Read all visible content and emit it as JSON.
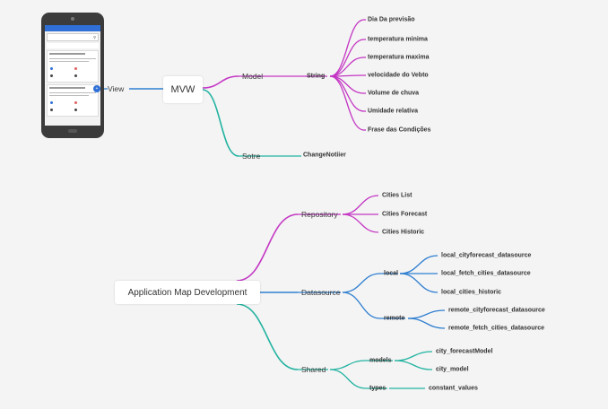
{
  "mvw": {
    "root": "MVW",
    "view": "View",
    "model": "Model",
    "string": "String",
    "model_items": [
      "Dia Da previsão",
      "temperatura minima",
      "temperatura maxima",
      "velocidade do Vebto",
      "Volume de chuva",
      "Umidade relativa",
      "Frase das Condições"
    ],
    "sotre": "Sotre",
    "sotre_child": "ChangeNotiier"
  },
  "app": {
    "root": "Application Map Development",
    "repository": "Repository",
    "repository_items": [
      "Cities List",
      "Cities Forecast",
      "Cities Historic"
    ],
    "datasource": "Datasource",
    "local": "local",
    "local_items": [
      "local_cityforecast_datasource",
      "local_fetch_cities_datasource",
      "local_cities_historic"
    ],
    "remote": "remote",
    "remote_items": [
      "remote_cityforecast_datasource",
      "remote_fetch_cities_datasource"
    ],
    "shared": "Shared",
    "models": "models",
    "models_items": [
      "city_forecastModel",
      "city_model"
    ],
    "types": "types",
    "types_child": "constant_values"
  },
  "colors": {
    "magenta": "#c436c4",
    "blue": "#2f7fd0",
    "teal": "#22b3a0",
    "background": "#f4f4f4"
  }
}
